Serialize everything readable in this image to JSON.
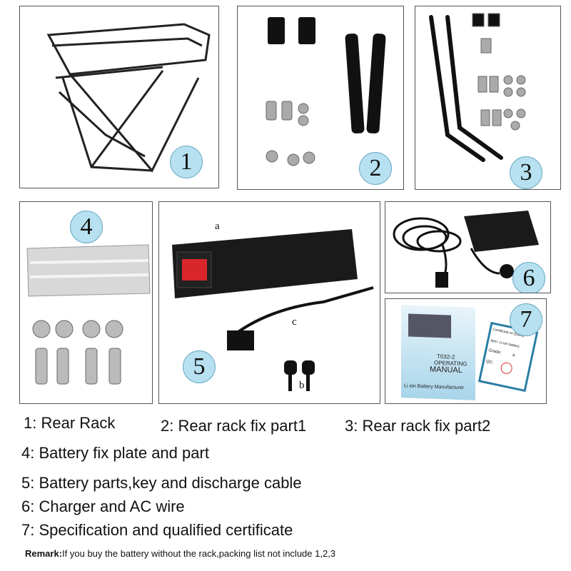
{
  "panels": [
    {
      "number": "1"
    },
    {
      "number": "2"
    },
    {
      "number": "3"
    },
    {
      "number": "4"
    },
    {
      "number": "5",
      "labels": [
        "a",
        "b",
        "c"
      ]
    },
    {
      "number": "6"
    },
    {
      "number": "7",
      "manual": {
        "model": "T032-2",
        "line1": "OPERATING",
        "line2": "MANUAL",
        "maker": "Li ion Battery Manufacturer"
      },
      "certificate": {
        "title": "Certificate of Quality",
        "item": "Item: Li-ion battery",
        "grade": "Grade:",
        "grade_value": "A",
        "qc": "QC:"
      }
    }
  ],
  "captions": [
    "1: Rear Rack",
    "2: Rear rack fix part1",
    "3: Rear rack fix part2",
    "4: Battery fix plate and part",
    "5: Battery parts,key and discharge cable",
    "6: Charger and AC wire",
    "7: Specification and qualified certificate"
  ],
  "remark": {
    "label": "Remark:",
    "text": "If you buy the battery without the rack,packing list not include 1,2,3"
  },
  "colors": {
    "circle": "#b7e1f0",
    "battery_light": "#d9262b"
  }
}
